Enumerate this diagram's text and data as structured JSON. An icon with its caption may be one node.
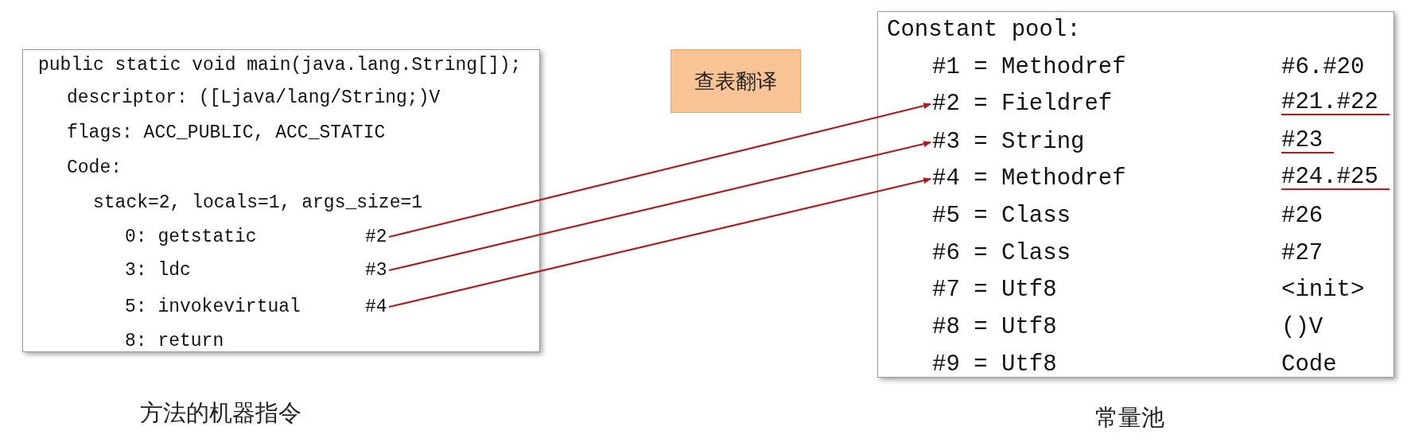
{
  "diagram": {
    "nodes": [
      {
        "text": [],
        "shape": "box",
        "beside": [
          "方法的机器指令"
        ]
      },
      {
        "text": [
          "public static void main(java.lang.String[]);"
        ],
        "in": 0
      },
      {
        "text": [
          "descriptor: ([Ljava/lang/String;)V"
        ],
        "in": 0
      },
      {
        "text": [
          "flags: ACC_PUBLIC, ACC_STATIC"
        ],
        "in": 0
      },
      {
        "text": [
          "Code:"
        ],
        "in": 0
      },
      {
        "text": [
          "stack=2, locals=1, args_size=1"
        ],
        "in": 0
      },
      {
        "text": [
          "0: getstatic",
          "#2"
        ],
        "in": 0
      },
      {
        "text": [
          "3: ldc",
          "#3"
        ],
        "in": 0
      },
      {
        "text": [
          "5: invokevirtual",
          "#4"
        ],
        "in": 0
      },
      {
        "text": [
          "8: return"
        ],
        "in": 0
      },
      {
        "text": [
          "Constant pool:"
        ],
        "beside": [
          "常量池"
        ]
      },
      {
        "text": [
          "#1 = Methodref",
          "#6.#20"
        ],
        "in": 10
      },
      {
        "text": [
          "#2 = Fieldref",
          "#21.#22"
        ],
        "in": 10
      },
      {
        "text": [
          "#3 = String",
          "#23"
        ],
        "in": 10
      },
      {
        "text": [
          "#4 = Methodref",
          "#24.#25"
        ],
        "in": 10
      },
      {
        "text": [
          "#5 = Class",
          "#26"
        ],
        "in": 10
      },
      {
        "text": [
          "#6 = Class",
          "#27"
        ],
        "in": 10
      },
      {
        "text": [
          "#7 = Utf8",
          "<init>"
        ],
        "in": 10
      },
      {
        "text": [
          "#8 = Utf8",
          "()V"
        ],
        "in": 10
      },
      {
        "text": [
          "#9 = Utf8",
          "Code"
        ],
        "in": 10
      },
      {
        "text": [
          "查表翻译"
        ]
      }
    ],
    "edges": [
      {
        "from": 6,
        "to": 12,
        "arrow": "to"
      },
      {
        "from": 7,
        "to": 13,
        "arrow": "to"
      },
      {
        "from": 8,
        "to": 14,
        "arrow": "to"
      }
    ]
  }
}
